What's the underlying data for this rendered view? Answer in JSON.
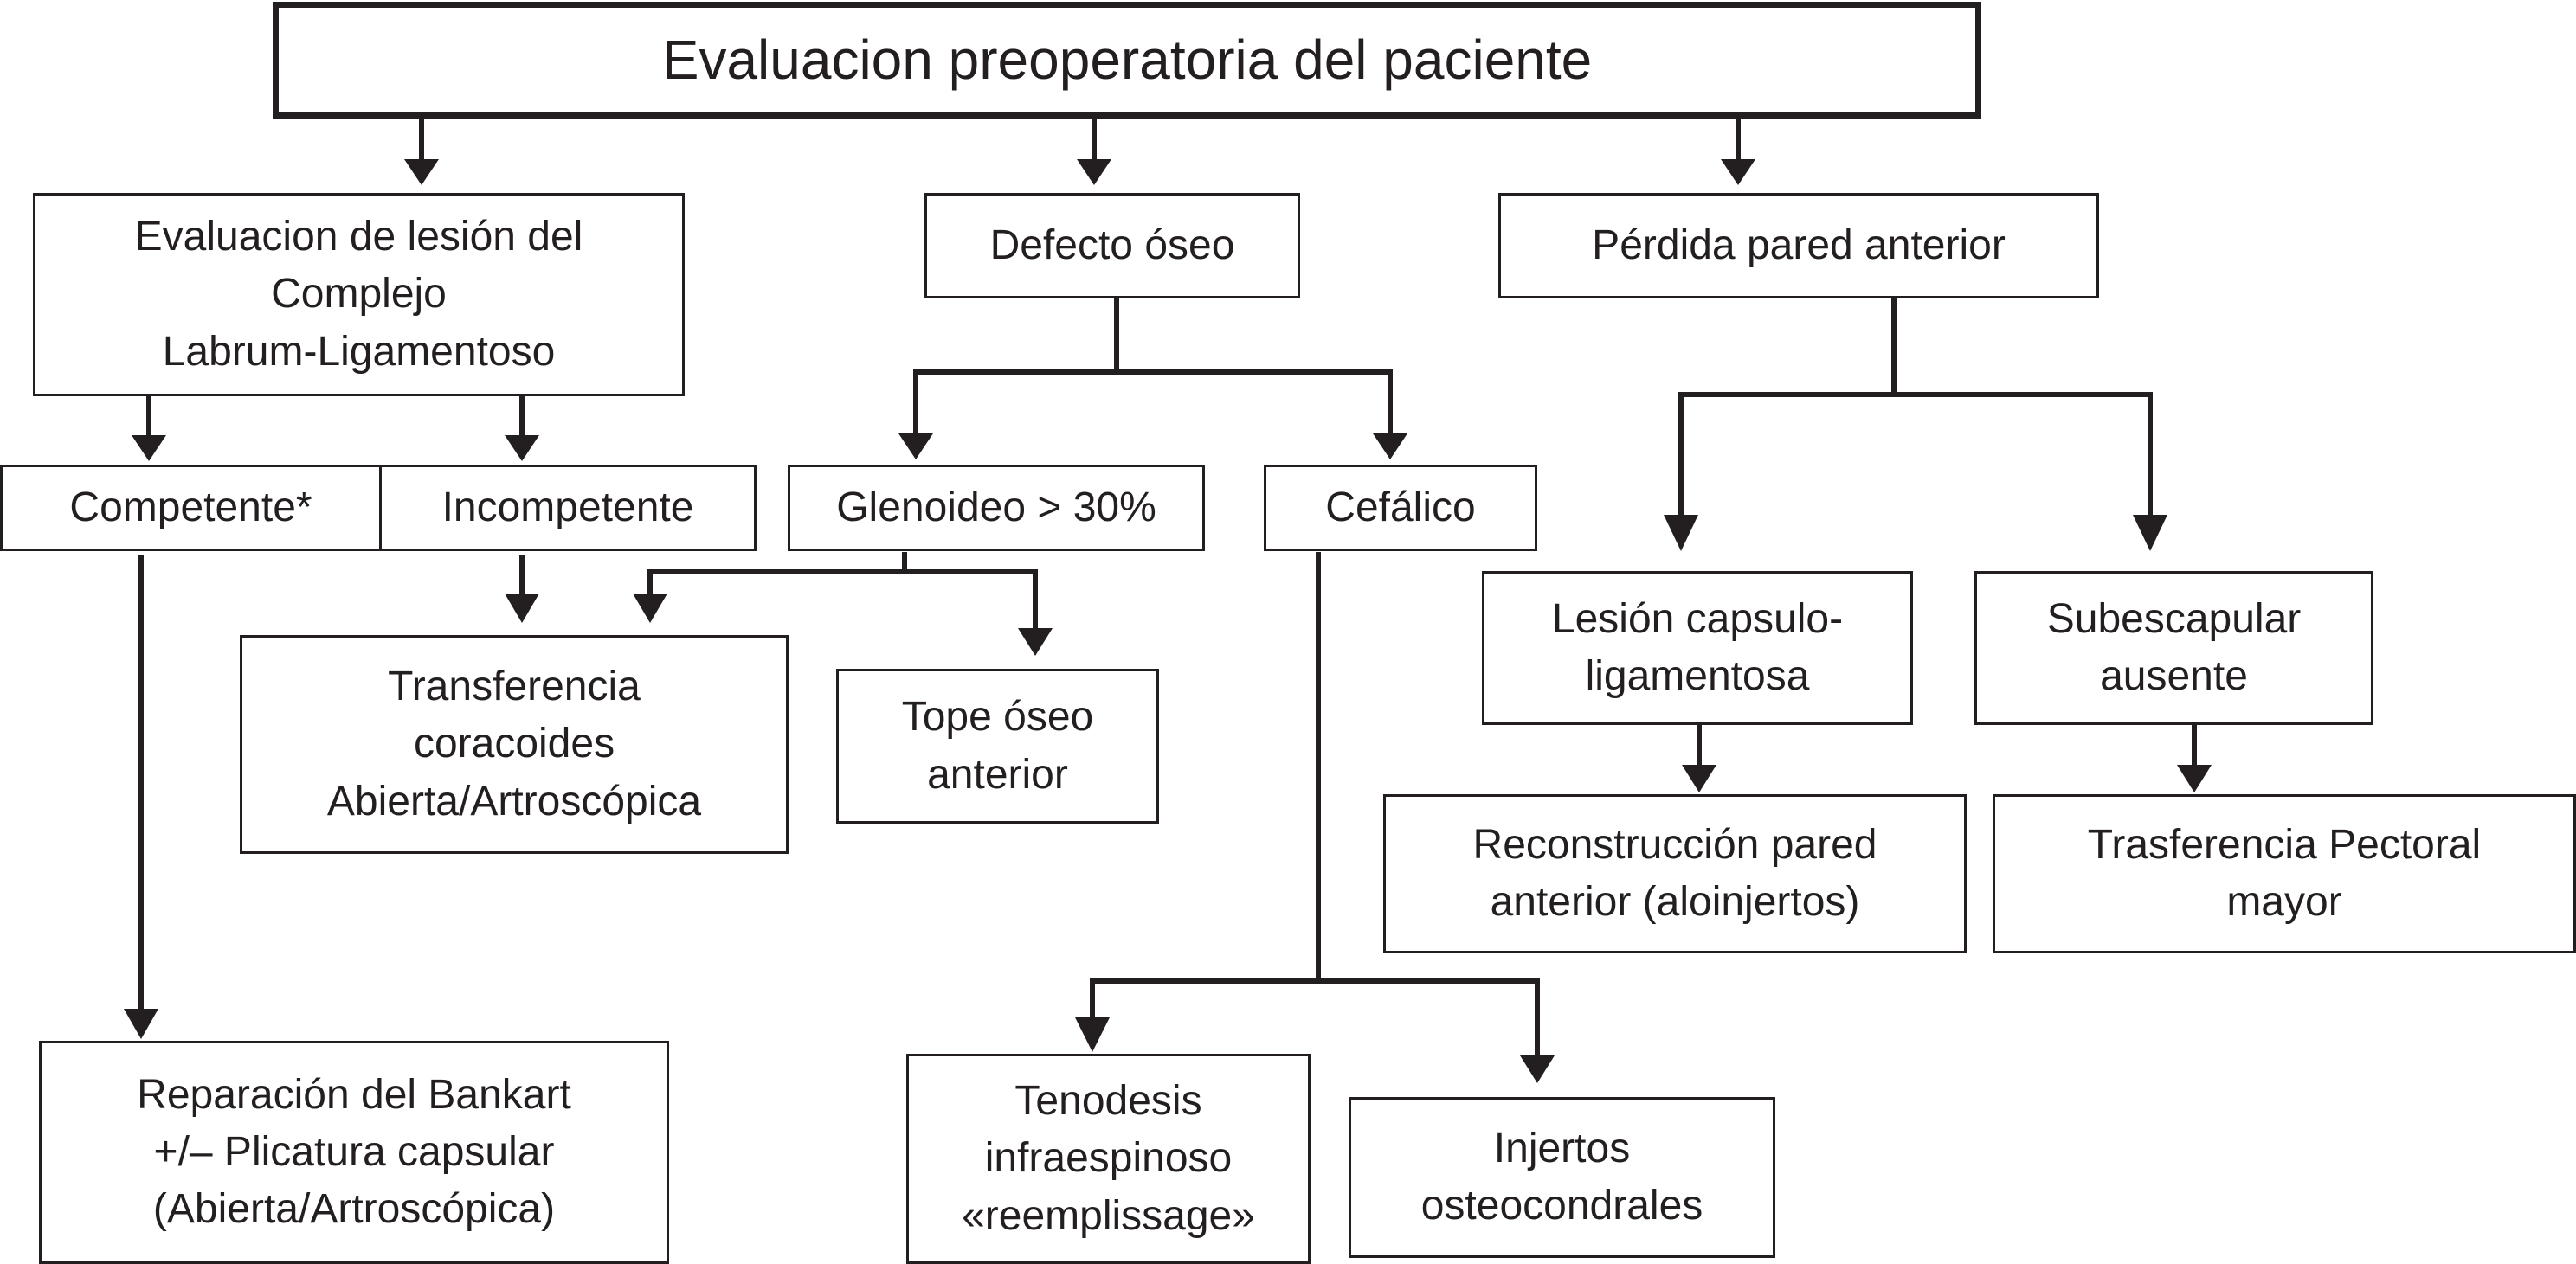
{
  "diagram": {
    "root": "Evaluacion preoperatoria del paciente",
    "lesion": "Evaluacion de lesión del\nComplejo\nLabrum-Ligamentoso",
    "defecto": "Defecto óseo",
    "perdida": "Pérdida pared anterior",
    "competente": "Competente*",
    "incompetente": "Incompetente",
    "glenoideo": "Glenoideo > 30%",
    "cefalico": "Cefálico",
    "capsulo": "Lesión capsulo-\nligamentosa",
    "subescapular": "Subescapular\nausente",
    "transferencia": "Transferencia\ncoracoides\nAbierta/Artroscópica",
    "tope": "Tope óseo\nanterior",
    "reconstruccion": "Reconstrucción pared\nanterior (aloinjertos)",
    "pectoral": "Trasferencia Pectoral\nmayor",
    "bankart": "Reparación del Bankart\n+/– Plicatura capsular\n(Abierta/Artroscópica)",
    "tenodesis": "Tenodesis\ninfraespinoso\n«reemplissage»",
    "injertos": "Injertos\nosteocondrales"
  }
}
